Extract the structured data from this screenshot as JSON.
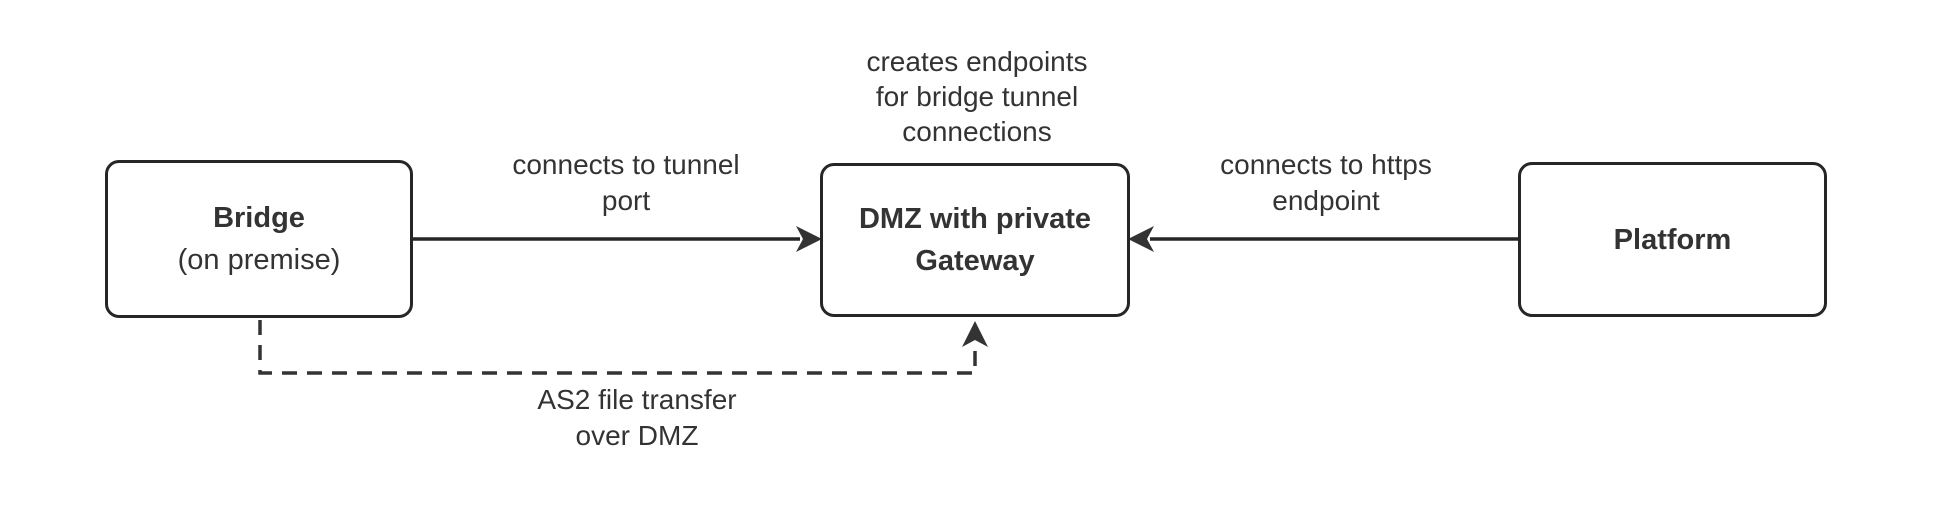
{
  "diagram": {
    "nodes": {
      "bridge": {
        "title": "Bridge",
        "subtitle": "(on premise)"
      },
      "dmz": {
        "title_line1": "DMZ with private",
        "title_line2": "Gateway"
      },
      "platform": {
        "title": "Platform"
      }
    },
    "edge_labels": {
      "bridge_to_dmz": {
        "line1": "connects to tunnel",
        "line2": "port"
      },
      "platform_to_dmz": {
        "line1": "connects to https",
        "line2": "endpoint"
      },
      "bridge_to_dmz_dashed": {
        "line1": "AS2 file transfer",
        "line2": "over DMZ"
      }
    },
    "annotation": {
      "line1": "creates endpoints",
      "line2": "for bridge tunnel",
      "line3": "connections"
    }
  },
  "colors": {
    "line": "#262626",
    "text": "#333333",
    "node_fill": "#ffffff",
    "background": "#ffffff"
  }
}
